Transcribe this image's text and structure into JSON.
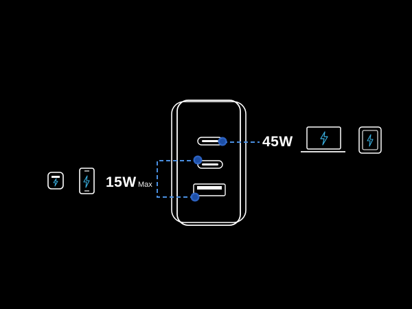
{
  "scene": {
    "background_color": "#000000",
    "outline_color": "#ffffff",
    "accent_color": "#4a90e2",
    "bolt_color": "#3ab0e0"
  },
  "labels": {
    "high_power": "45W",
    "low_power": "15W",
    "low_power_suffix": "Max"
  },
  "ports": [
    {
      "name": "usb-c-port-1",
      "type": "USB-C"
    },
    {
      "name": "usb-c-port-2",
      "type": "USB-C"
    },
    {
      "name": "usb-a-port",
      "type": "USB-A"
    }
  ],
  "devices_high_power": [
    "laptop-icon",
    "tablet-icon"
  ],
  "devices_low_power": [
    "smartwatch-icon",
    "phone-icon"
  ]
}
